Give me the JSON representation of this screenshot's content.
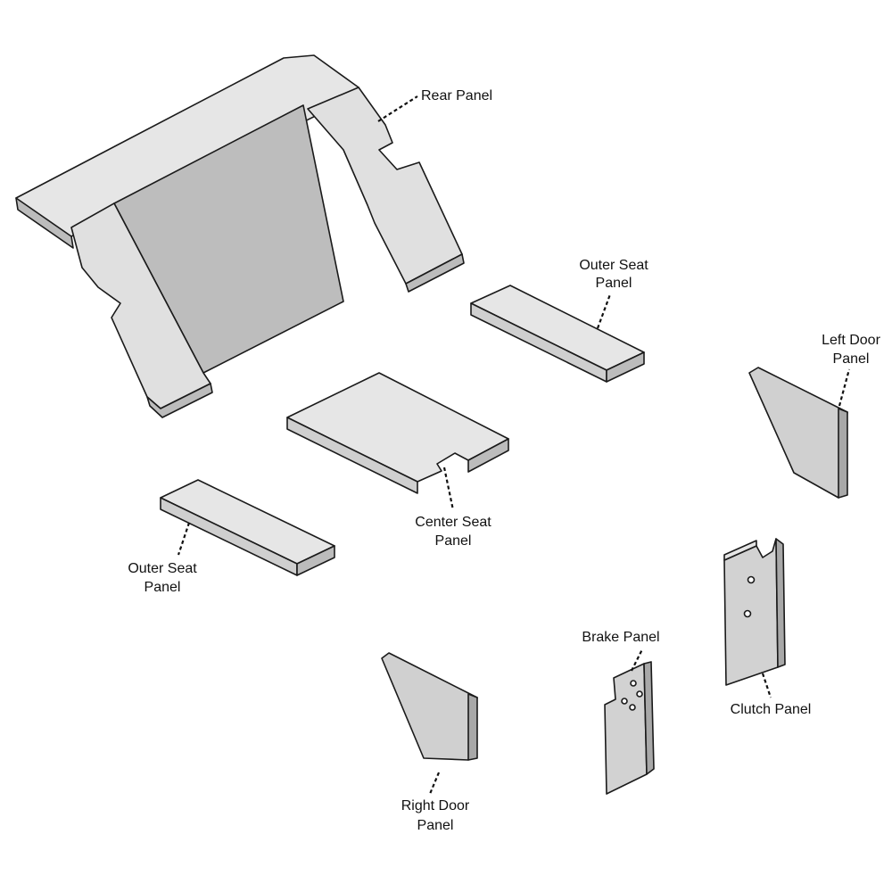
{
  "labels": {
    "rear_panel": "Rear Panel",
    "outer_seat_top": {
      "line1": "Outer Seat",
      "line2": "Panel"
    },
    "left_door": {
      "line1": "Left Door",
      "line2": "Panel"
    },
    "center_seat": {
      "line1": "Center Seat",
      "line2": "Panel"
    },
    "outer_seat_left": {
      "line1": "Outer Seat",
      "line2": "Panel"
    },
    "brake_panel": "Brake Panel",
    "clutch_panel": "Clutch Panel",
    "right_door": {
      "line1": "Right Door",
      "line2": "Panel"
    }
  },
  "colors": {
    "panel_top": "#e6e6e6",
    "panel_side": "#bcbcbc",
    "panel_dark": "#9e9e9e",
    "line": "#1a1a1a"
  }
}
